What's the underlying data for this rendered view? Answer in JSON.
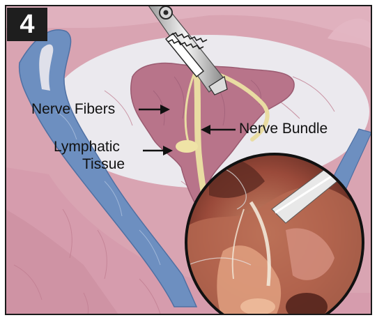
{
  "figure": {
    "step_number": "4",
    "labels": {
      "nerve_fibers": "Nerve Fibers",
      "nerve_bundle": "Nerve Bundle",
      "lymphatic_line1": "Lymphatic",
      "lymphatic_line2": "Tissue"
    },
    "colors": {
      "border": "#1a1a1a",
      "badge": "#1e1e1e",
      "tissue_pink": "#d9a4b2",
      "organ_mauve": "#b8748a",
      "vessel_blue": "#6d8fc0",
      "nerve_yellow": "#e9dca2",
      "background_gray": "#ebe9ee"
    }
  }
}
